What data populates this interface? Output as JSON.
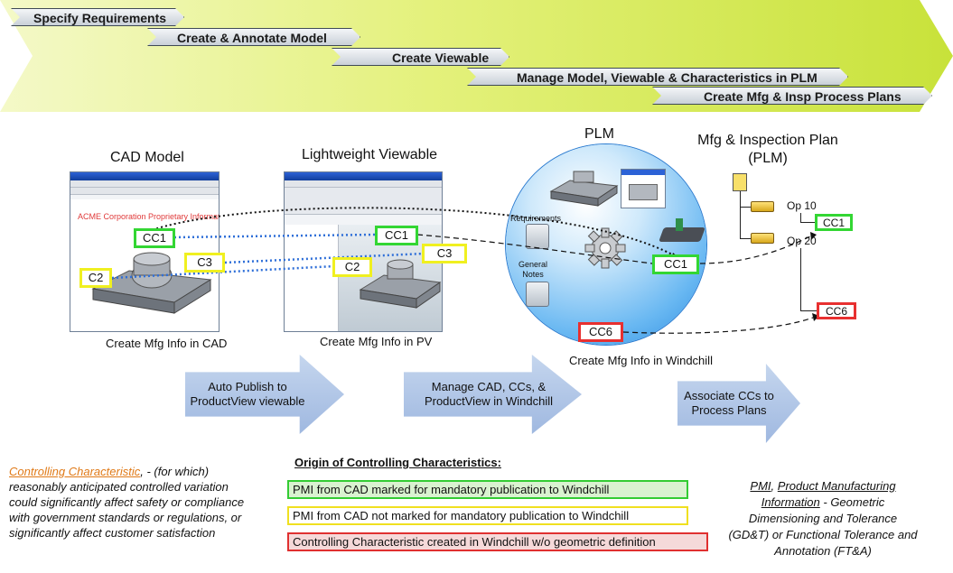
{
  "banner": {
    "stages": [
      "Specify Requirements",
      "Create & Annotate Model",
      "Create Viewable",
      "Manage Model, Viewable & Characteristics in PLM",
      "Create Mfg & Insp Process Plans"
    ]
  },
  "sections": {
    "cad_heading": "CAD Model",
    "viewable_heading": "Lightweight Viewable",
    "plm_heading": "PLM",
    "plan_heading_line1": "Mfg & Inspection Plan",
    "plan_heading_line2": "(PLM)"
  },
  "cad": {
    "watermark": "ACME Corporation Proprietary Information",
    "caption": "Create Mfg Info in CAD"
  },
  "viewable": {
    "caption": "Create Mfg Info in PV"
  },
  "plm": {
    "requirements_label": "Requirements",
    "general_notes_line1": "General",
    "general_notes_line2": "Notes",
    "caption": "Create Mfg Info in Windchill"
  },
  "plan": {
    "op10": "Op 10",
    "op20": "Op 20"
  },
  "characteristics": {
    "cc1": "CC1",
    "c2": "C2",
    "c3": "C3",
    "cc6": "CC6"
  },
  "process_arrows": [
    {
      "line1": "Auto Publish to",
      "line2": "ProductView viewable",
      "line3": ""
    },
    {
      "line1": "Manage CAD, CCs, &",
      "line2": "ProductView in Windchill",
      "line3": ""
    },
    {
      "line1": "Associate CCs to",
      "line2": "Process Plans",
      "line3": ""
    }
  ],
  "definition": {
    "term": "Controlling Characteristic",
    "text": ", - (for which) reasonably anticipated controlled variation could significantly affect safety or compliance with government standards or regulations, or significantly affect customer satisfaction"
  },
  "legend": {
    "title": "Origin of Controlling Characteristics:",
    "items": [
      {
        "text": "PMI from CAD marked for mandatory publication to Windchill",
        "color": "#33cc33"
      },
      {
        "text": "PMI from CAD not marked for mandatory publication to Windchill",
        "color": "#f0e020"
      },
      {
        "text": "Controlling Characteristic created in Windchill w/o geometric definition",
        "color": "#e03030"
      }
    ]
  },
  "pmi_definition": {
    "abbr": "PMI",
    "term": "Product Manufacturing Information",
    "text": " - Geometric Dimensioning and Tolerance (GD&T) or Functional Tolerance and Annotation (FT&A)"
  },
  "colors": {
    "green": "#33d633",
    "yellow": "#f0f020",
    "red": "#e83030",
    "plm_blue": "#2a8be0",
    "arrow_blue": "#9fb8e0",
    "term_orange": "#e07a18"
  }
}
